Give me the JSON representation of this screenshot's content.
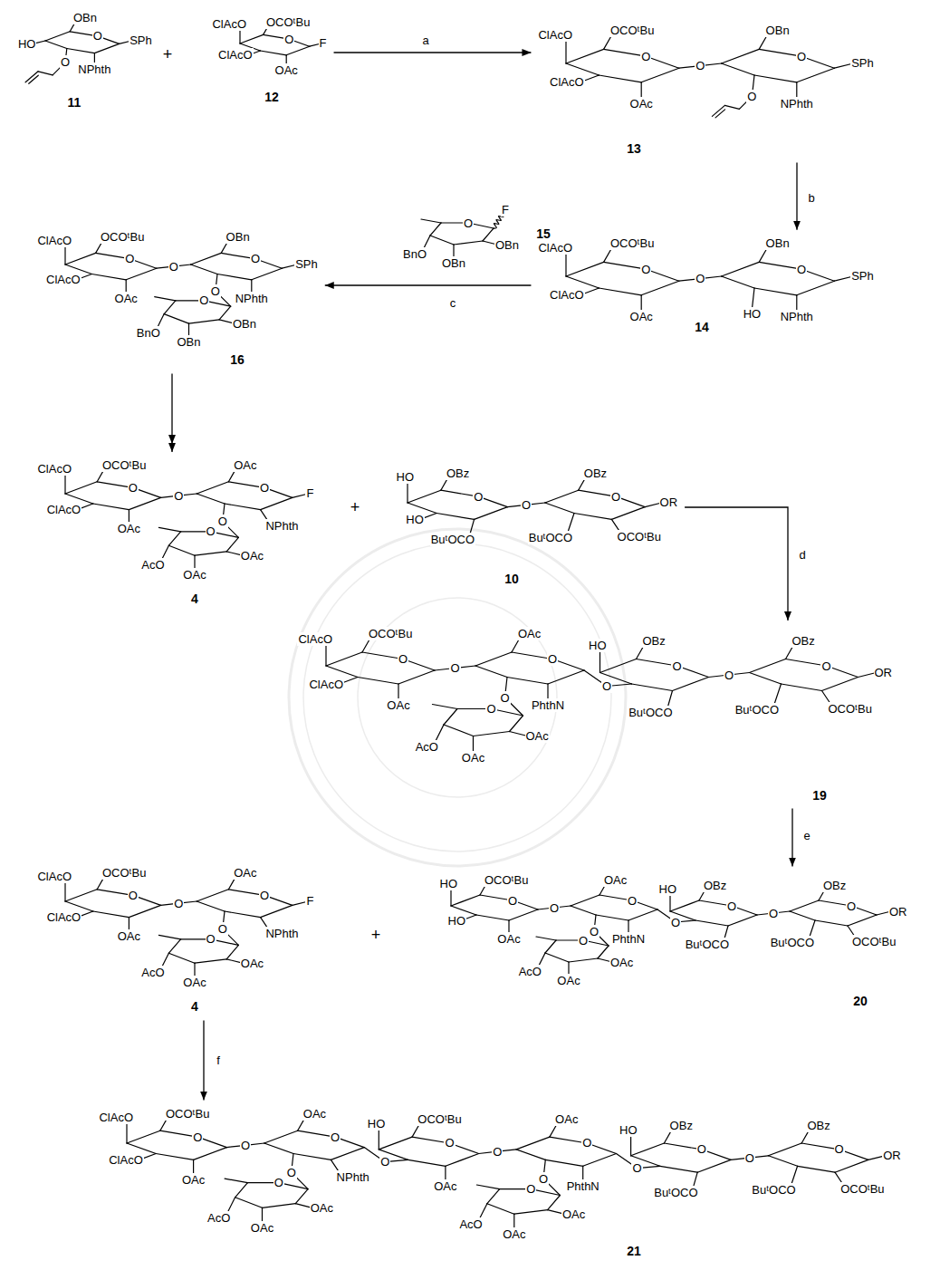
{
  "diagram": {
    "nodes": [
      {
        "text": [
          "OBn",
          "HO",
          "O",
          "SPh",
          "O",
          "NPhth",
          "11"
        ]
      },
      {
        "text": [
          "OCOᵗBu",
          "ClAcO",
          "ClAcO",
          "O",
          "F",
          "OAc",
          "12"
        ]
      },
      {
        "text": [
          "OCOᵗBu",
          "ClAcO",
          "ClAcO",
          "O",
          "OAc",
          "O",
          "OBn",
          "O",
          "SPh",
          "O",
          "NPhth",
          "13"
        ]
      },
      {
        "text": [
          "OCOᵗBu",
          "ClAcO",
          "ClAcO",
          "O",
          "OAc",
          "O",
          "OBn",
          "O",
          "SPh",
          "HO",
          "NPhth",
          "14"
        ]
      },
      {
        "text": [
          "F",
          "O",
          "OBn",
          "OBn",
          "BnO",
          "15"
        ]
      },
      {
        "text": [
          "OCOᵗBu",
          "ClAcO",
          "ClAcO",
          "O",
          "OAc",
          "O",
          "OBn",
          "O",
          "SPh",
          "O",
          "NPhth",
          "O",
          "OBn",
          "OBn",
          "BnO",
          "16"
        ]
      },
      {
        "text": [
          "OCOᵗBu",
          "ClAcO",
          "ClAcO",
          "O",
          "OAc",
          "O",
          "OAc",
          "O",
          "F",
          "O",
          "NPhth",
          "O",
          "OAc",
          "OAc",
          "AcO",
          "4"
        ]
      },
      {
        "text": [
          "OBz",
          "HO",
          "HO",
          "O",
          "BuᵗOCO",
          "O",
          "OBz",
          "O",
          "OR",
          "BuᵗOCO",
          "OCOᵗBu",
          "10"
        ]
      },
      {
        "text": [
          "OCOᵗBu",
          "ClAcO",
          "ClAcO",
          "O",
          "OAc",
          "O",
          "OAc",
          "O",
          "O",
          "O",
          "PhthN",
          "O",
          "OAc",
          "OAc",
          "AcO",
          "OBz",
          "HO",
          "O",
          "BuᵗOCO",
          "O",
          "OBz",
          "O",
          "OR",
          "BuᵗOCO",
          "OCOᵗBu",
          "19"
        ]
      },
      {
        "text": [
          "OCOᵗBu",
          "ClAcO",
          "ClAcO",
          "O",
          "OAc",
          "O",
          "OAc",
          "O",
          "F",
          "O",
          "NPhth",
          "O",
          "OAc",
          "OAc",
          "AcO",
          "4"
        ]
      },
      {
        "text": [
          "OCOᵗBu",
          "HO",
          "HO",
          "O",
          "OAc",
          "O",
          "OAc",
          "O",
          "O",
          "O",
          "PhthN",
          "O",
          "OAc",
          "OAc",
          "AcO",
          "OBz",
          "HO",
          "O",
          "BuᵗOCO",
          "O",
          "OBz",
          "O",
          "OR",
          "BuᵗOCO",
          "OCOᵗBu",
          "20"
        ]
      },
      {
        "text": [
          "OCOᵗBu",
          "ClAcO",
          "ClAcO",
          "O",
          "OAc",
          "O",
          "OAc",
          "O",
          "O",
          "O",
          "NPhth",
          "O",
          "OAc",
          "OAc",
          "AcO",
          "OCOᵗBu",
          "HO",
          "O",
          "OAc",
          "O",
          "OAc",
          "O",
          "O",
          "O",
          "PhthN",
          "O",
          "OAc",
          "OAc",
          "AcO",
          "OBz",
          "HO",
          "O",
          "BuᵗOCO",
          "O",
          "OBz",
          "O",
          "OR",
          "BuᵗOCO",
          "OCOᵗBu",
          "21"
        ]
      }
    ],
    "edges": [
      {
        "from": 1,
        "to": 2,
        "label": "a",
        "arrow": "to"
      },
      {
        "from": 2,
        "to": 3,
        "label": "b",
        "arrow": "to"
      },
      {
        "from": 3,
        "to": 5,
        "label": "c",
        "arrow": "to"
      },
      {
        "from": 5,
        "to": 6,
        "arrow": "to"
      },
      {
        "from": 7,
        "to": 8,
        "label": "d",
        "arrow": "to"
      },
      {
        "from": 8,
        "to": 10,
        "label": "e",
        "arrow": "to"
      },
      {
        "from": 9,
        "to": 11,
        "label": "f",
        "arrow": "to"
      }
    ],
    "labels": [
      "+",
      "+",
      "+"
    ]
  }
}
